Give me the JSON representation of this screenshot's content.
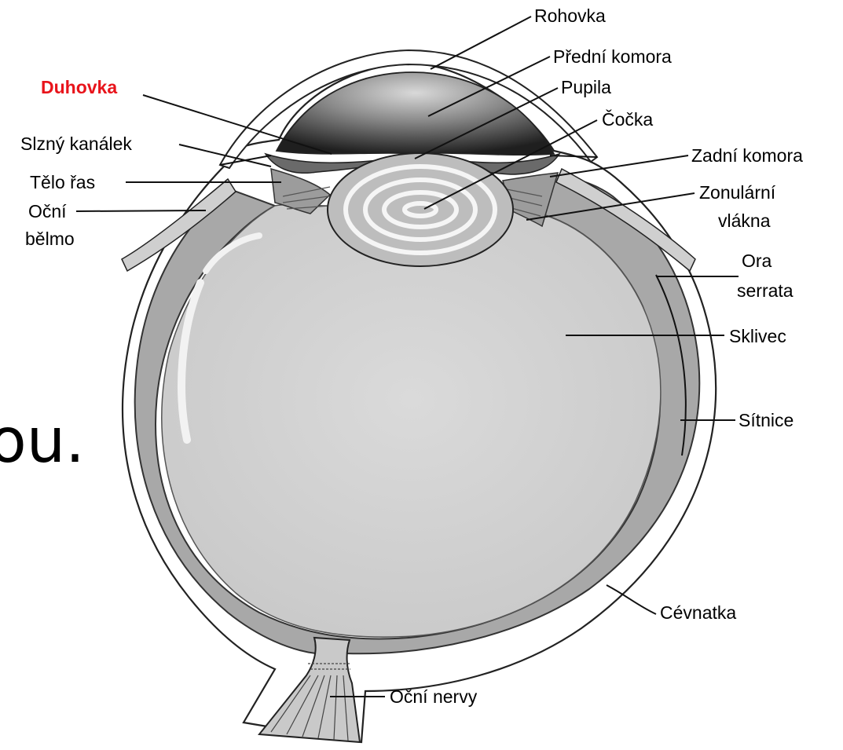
{
  "slide_text_fragment": "ou.",
  "colors": {
    "highlight": "#e8141b",
    "label": "#000000",
    "vitreous": "#d6d6d6",
    "choroid": "#a9a9a9",
    "anterior_chamber_dark": "#2e2e2e",
    "anterior_chamber_light": "#d8d8d8"
  },
  "labels": {
    "rohovka": "Rohovka",
    "predni_komora": "Přední komora",
    "duhovka": "Duhovka",
    "pupila": "Pupila",
    "cocka": "Čočka",
    "slzny_kanalek": "Slzný kanálek",
    "zadni_komora": "Zadní komora",
    "telo_ras": "Tělo řas",
    "zonularni_line1": "Zonulární",
    "zonularni_line2": "vlákna",
    "ocni_belmo_line1": "Oční",
    "ocni_belmo_line2": "bělmo",
    "ora_serrata_line1": "Ora",
    "ora_serrata_line2": "serrata",
    "sklivec": "Sklivec",
    "sitnice": "Sítnice",
    "cevnatka": "Cévnatka",
    "ocni_nervy": "Oční nervy"
  }
}
